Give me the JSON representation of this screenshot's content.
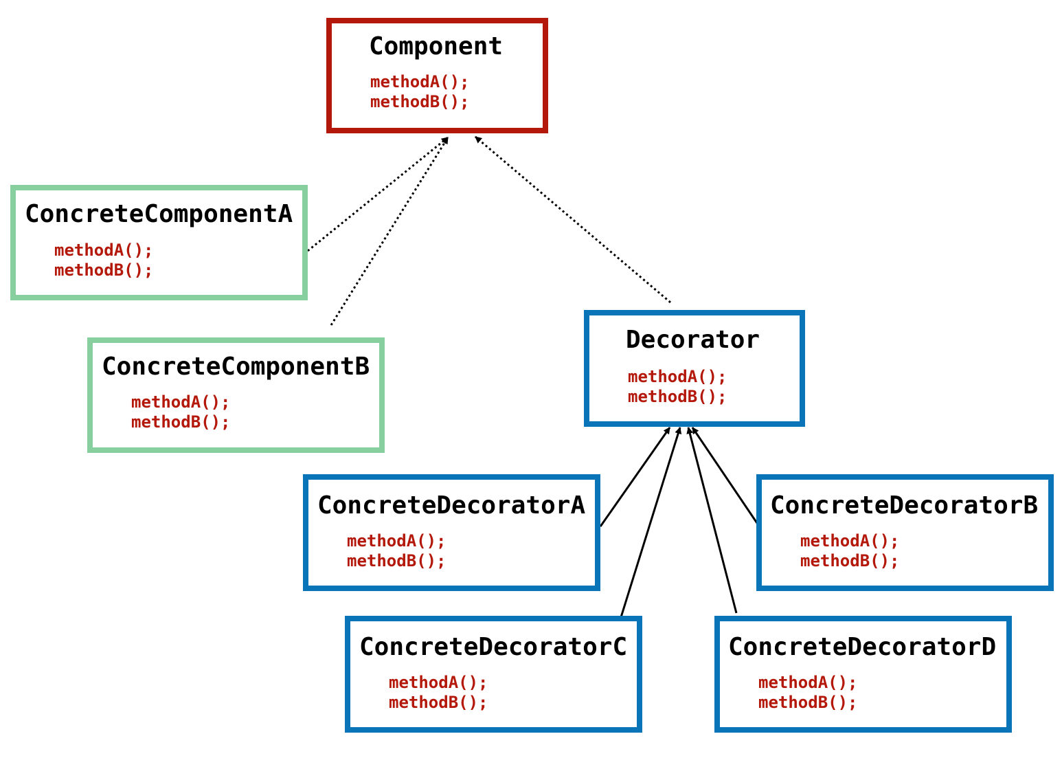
{
  "colors": {
    "abstract_border": "#b3180a",
    "concrete_component_border": "#88cfa0",
    "decorator_border": "#0a74b8",
    "method_text": "#b3180a",
    "title_text": "#000000",
    "edge": "#000000"
  },
  "classes": {
    "component": {
      "name": "Component",
      "methods": [
        "methodA();",
        "methodB();"
      ]
    },
    "concrete_component_a": {
      "name": "ConcreteComponentA",
      "methods": [
        "methodA();",
        "methodB();"
      ]
    },
    "concrete_component_b": {
      "name": "ConcreteComponentB",
      "methods": [
        "methodA();",
        "methodB();"
      ]
    },
    "decorator": {
      "name": "Decorator",
      "methods": [
        "methodA();",
        "methodB();"
      ]
    },
    "concrete_decorator_a": {
      "name": "ConcreteDecoratorA",
      "methods": [
        "methodA();",
        "methodB();"
      ]
    },
    "concrete_decorator_b": {
      "name": "ConcreteDecoratorB",
      "methods": [
        "methodA();",
        "methodB();"
      ]
    },
    "concrete_decorator_c": {
      "name": "ConcreteDecoratorC",
      "methods": [
        "methodA();",
        "methodB();"
      ]
    },
    "concrete_decorator_d": {
      "name": "ConcreteDecoratorD",
      "methods": [
        "methodA();",
        "methodB();"
      ]
    }
  },
  "relations": [
    {
      "from": "concrete_component_a",
      "to": "component",
      "style": "dotted"
    },
    {
      "from": "concrete_component_b",
      "to": "component",
      "style": "dotted"
    },
    {
      "from": "decorator",
      "to": "component",
      "style": "dotted"
    },
    {
      "from": "concrete_decorator_a",
      "to": "decorator",
      "style": "solid"
    },
    {
      "from": "concrete_decorator_b",
      "to": "decorator",
      "style": "solid"
    },
    {
      "from": "concrete_decorator_c",
      "to": "decorator",
      "style": "solid"
    },
    {
      "from": "concrete_decorator_d",
      "to": "decorator",
      "style": "solid"
    }
  ]
}
